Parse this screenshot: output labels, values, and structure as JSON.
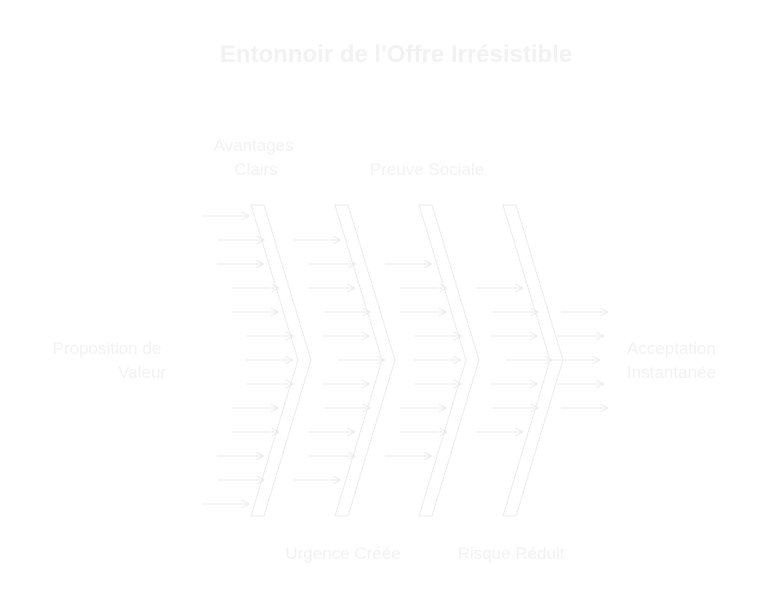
{
  "colors": {
    "background": "#ffffff",
    "ink": "#f2f2f2",
    "stroke": "#ebebeb"
  },
  "diagram": {
    "title": "Entonnoir de l'Offre Irrésistible",
    "input": {
      "lines": [
        "Proposition de",
        "Valeur"
      ]
    },
    "output": {
      "lines": [
        "Acceptation",
        "Instantanée"
      ]
    },
    "top_labels": [
      {
        "lines": [
          "Avantages",
          "Clairs"
        ]
      },
      {
        "lines": [
          "Preuve Sociale"
        ]
      }
    ],
    "bottom_labels": [
      {
        "lines": [
          "Urgence Créée"
        ]
      },
      {
        "lines": [
          "Risque Réduit"
        ]
      }
    ],
    "stages": [
      {
        "arrows_in": 13
      },
      {
        "arrows_in": 11
      },
      {
        "arrows_in": 9
      },
      {
        "arrows_in": 7
      }
    ],
    "output_arrows": 5
  }
}
